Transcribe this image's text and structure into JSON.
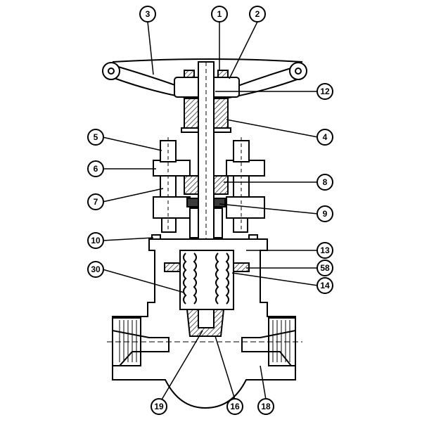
{
  "colors": {
    "line": "#000000",
    "fill_body": "#ffffff",
    "hatch": "#5a5a5a",
    "dark_part": "#3a3a3a"
  },
  "callouts": [
    {
      "id": "c1",
      "label": "1"
    },
    {
      "id": "c2",
      "label": "2"
    },
    {
      "id": "c3",
      "label": "3"
    },
    {
      "id": "c4",
      "label": "4"
    },
    {
      "id": "c5",
      "label": "5"
    },
    {
      "id": "c6",
      "label": "6"
    },
    {
      "id": "c7",
      "label": "7"
    },
    {
      "id": "c8",
      "label": "8"
    },
    {
      "id": "c9",
      "label": "9"
    },
    {
      "id": "c10",
      "label": "10"
    },
    {
      "id": "c12",
      "label": "12"
    },
    {
      "id": "c13",
      "label": "13"
    },
    {
      "id": "c58",
      "label": "58"
    },
    {
      "id": "c14",
      "label": "14"
    },
    {
      "id": "c30",
      "label": "30"
    },
    {
      "id": "c19",
      "label": "19"
    },
    {
      "id": "c16",
      "label": "16"
    },
    {
      "id": "c18",
      "label": "18"
    }
  ]
}
